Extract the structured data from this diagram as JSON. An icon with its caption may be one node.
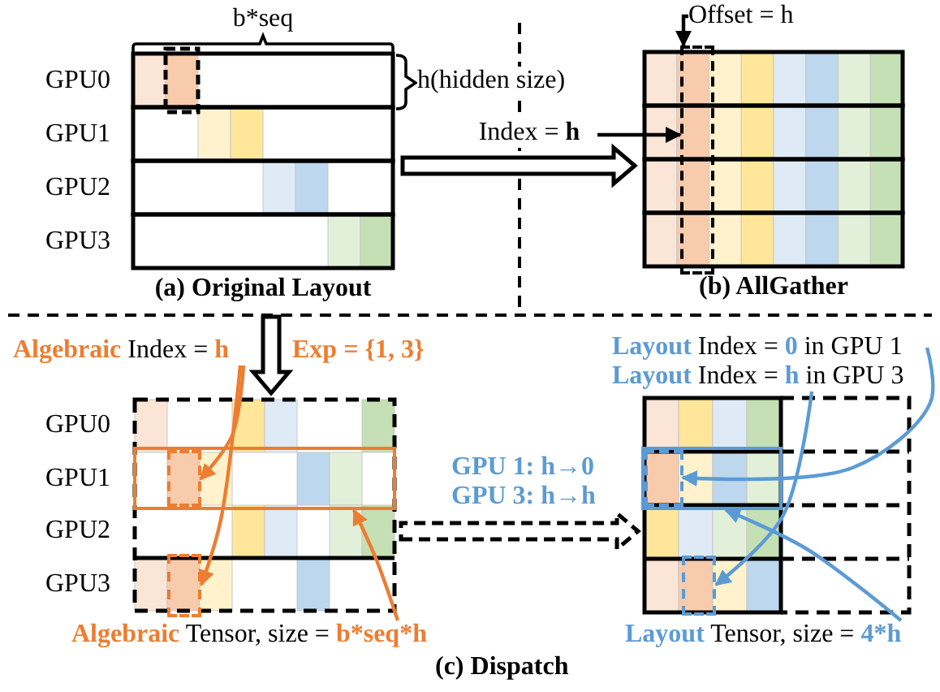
{
  "diagram": {
    "nodes": [
      {
        "text": [
          "(a) Original Layout"
        ]
      },
      {
        "text": [
          "(b) AllGather"
        ]
      },
      {
        "text": [
          "Offset = h"
        ]
      },
      {
        "text": [
          "Index = **h**"
        ]
      },
      {
        "text": [],
        "shape": "box",
        "in": 1
      },
      {
        "text": [
          "**Algebraic** Index = **h**"
        ]
      },
      {
        "text": [],
        "shape": "box"
      },
      {
        "text": [],
        "shape": "box",
        "in": 8
      },
      {
        "text": [],
        "shape": "box",
        "in": 6
      },
      {
        "text": [],
        "shape": "box",
        "in": 6
      },
      {
        "text": [
          "**Algebraic** Tensor, size = **b*seq*h**"
        ]
      },
      {
        "text": [
          "**Layout** Index = **0** in GPU 1"
        ]
      },
      {
        "text": [
          "**Layout** Index = **h** in GPU 3"
        ]
      },
      {
        "text": [],
        "shape": "box"
      },
      {
        "text": [],
        "shape": "box",
        "in": 15
      },
      {
        "text": [],
        "shape": "box",
        "in": 13
      },
      {
        "text": [],
        "shape": "box",
        "in": 13
      },
      {
        "text": [
          "**Layout** Tensor, size = **4*h**"
        ]
      }
    ],
    "edges": [
      {
        "from": 0,
        "to": 1,
        "arrow": "to",
        "style": "thick",
        "color": "#000000"
      },
      {
        "from": 2,
        "to": 4,
        "arrow": "to",
        "color": "#000000"
      },
      {
        "from": 3,
        "to": 4,
        "arrow": "to",
        "color": "#000000"
      },
      {
        "from": 0,
        "to": 6,
        "arrow": "to",
        "style": "thick",
        "color": "#000000"
      },
      {
        "from": 5,
        "to": 7,
        "arrow": "to",
        "color": "#ed7d31"
      },
      {
        "from": 5,
        "to": 9,
        "arrow": "to",
        "color": "#ed7d31"
      },
      {
        "from": 10,
        "to": 8,
        "arrow": "to",
        "color": "#ed7d31"
      },
      {
        "from": 6,
        "to": 13,
        "arrow": "to",
        "style": "dashed",
        "color": "#000000"
      },
      {
        "from": 11,
        "to": 14,
        "arrow": "to",
        "color": "#5b9bd5"
      },
      {
        "from": 12,
        "to": 16,
        "arrow": "to",
        "color": "#5b9bd5"
      },
      {
        "from": 17,
        "to": 15,
        "arrow": "to",
        "color": "#5b9bd5"
      }
    ],
    "labels": [
      "b*seq",
      "h(hidden size)",
      "GPU0",
      "GPU1",
      "GPU2",
      "GPU3",
      "Exp = {1, 3}",
      "GPU0",
      "GPU1",
      "GPU2",
      "GPU3",
      "GPU 1: h→0",
      "GPU 3: h→h",
      "(c) Dispatch"
    ]
  }
}
